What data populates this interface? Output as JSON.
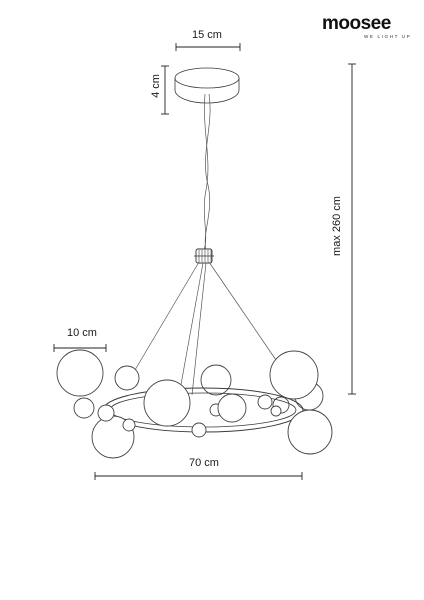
{
  "brand": {
    "name": "moosee",
    "tagline": "WE LIGHT UP"
  },
  "dimensions": {
    "canopy_diameter": "15 cm",
    "canopy_height": "4 cm",
    "max_height": "max 260 cm",
    "ball_diameter": "10 cm",
    "total_diameter": "70 cm"
  }
}
